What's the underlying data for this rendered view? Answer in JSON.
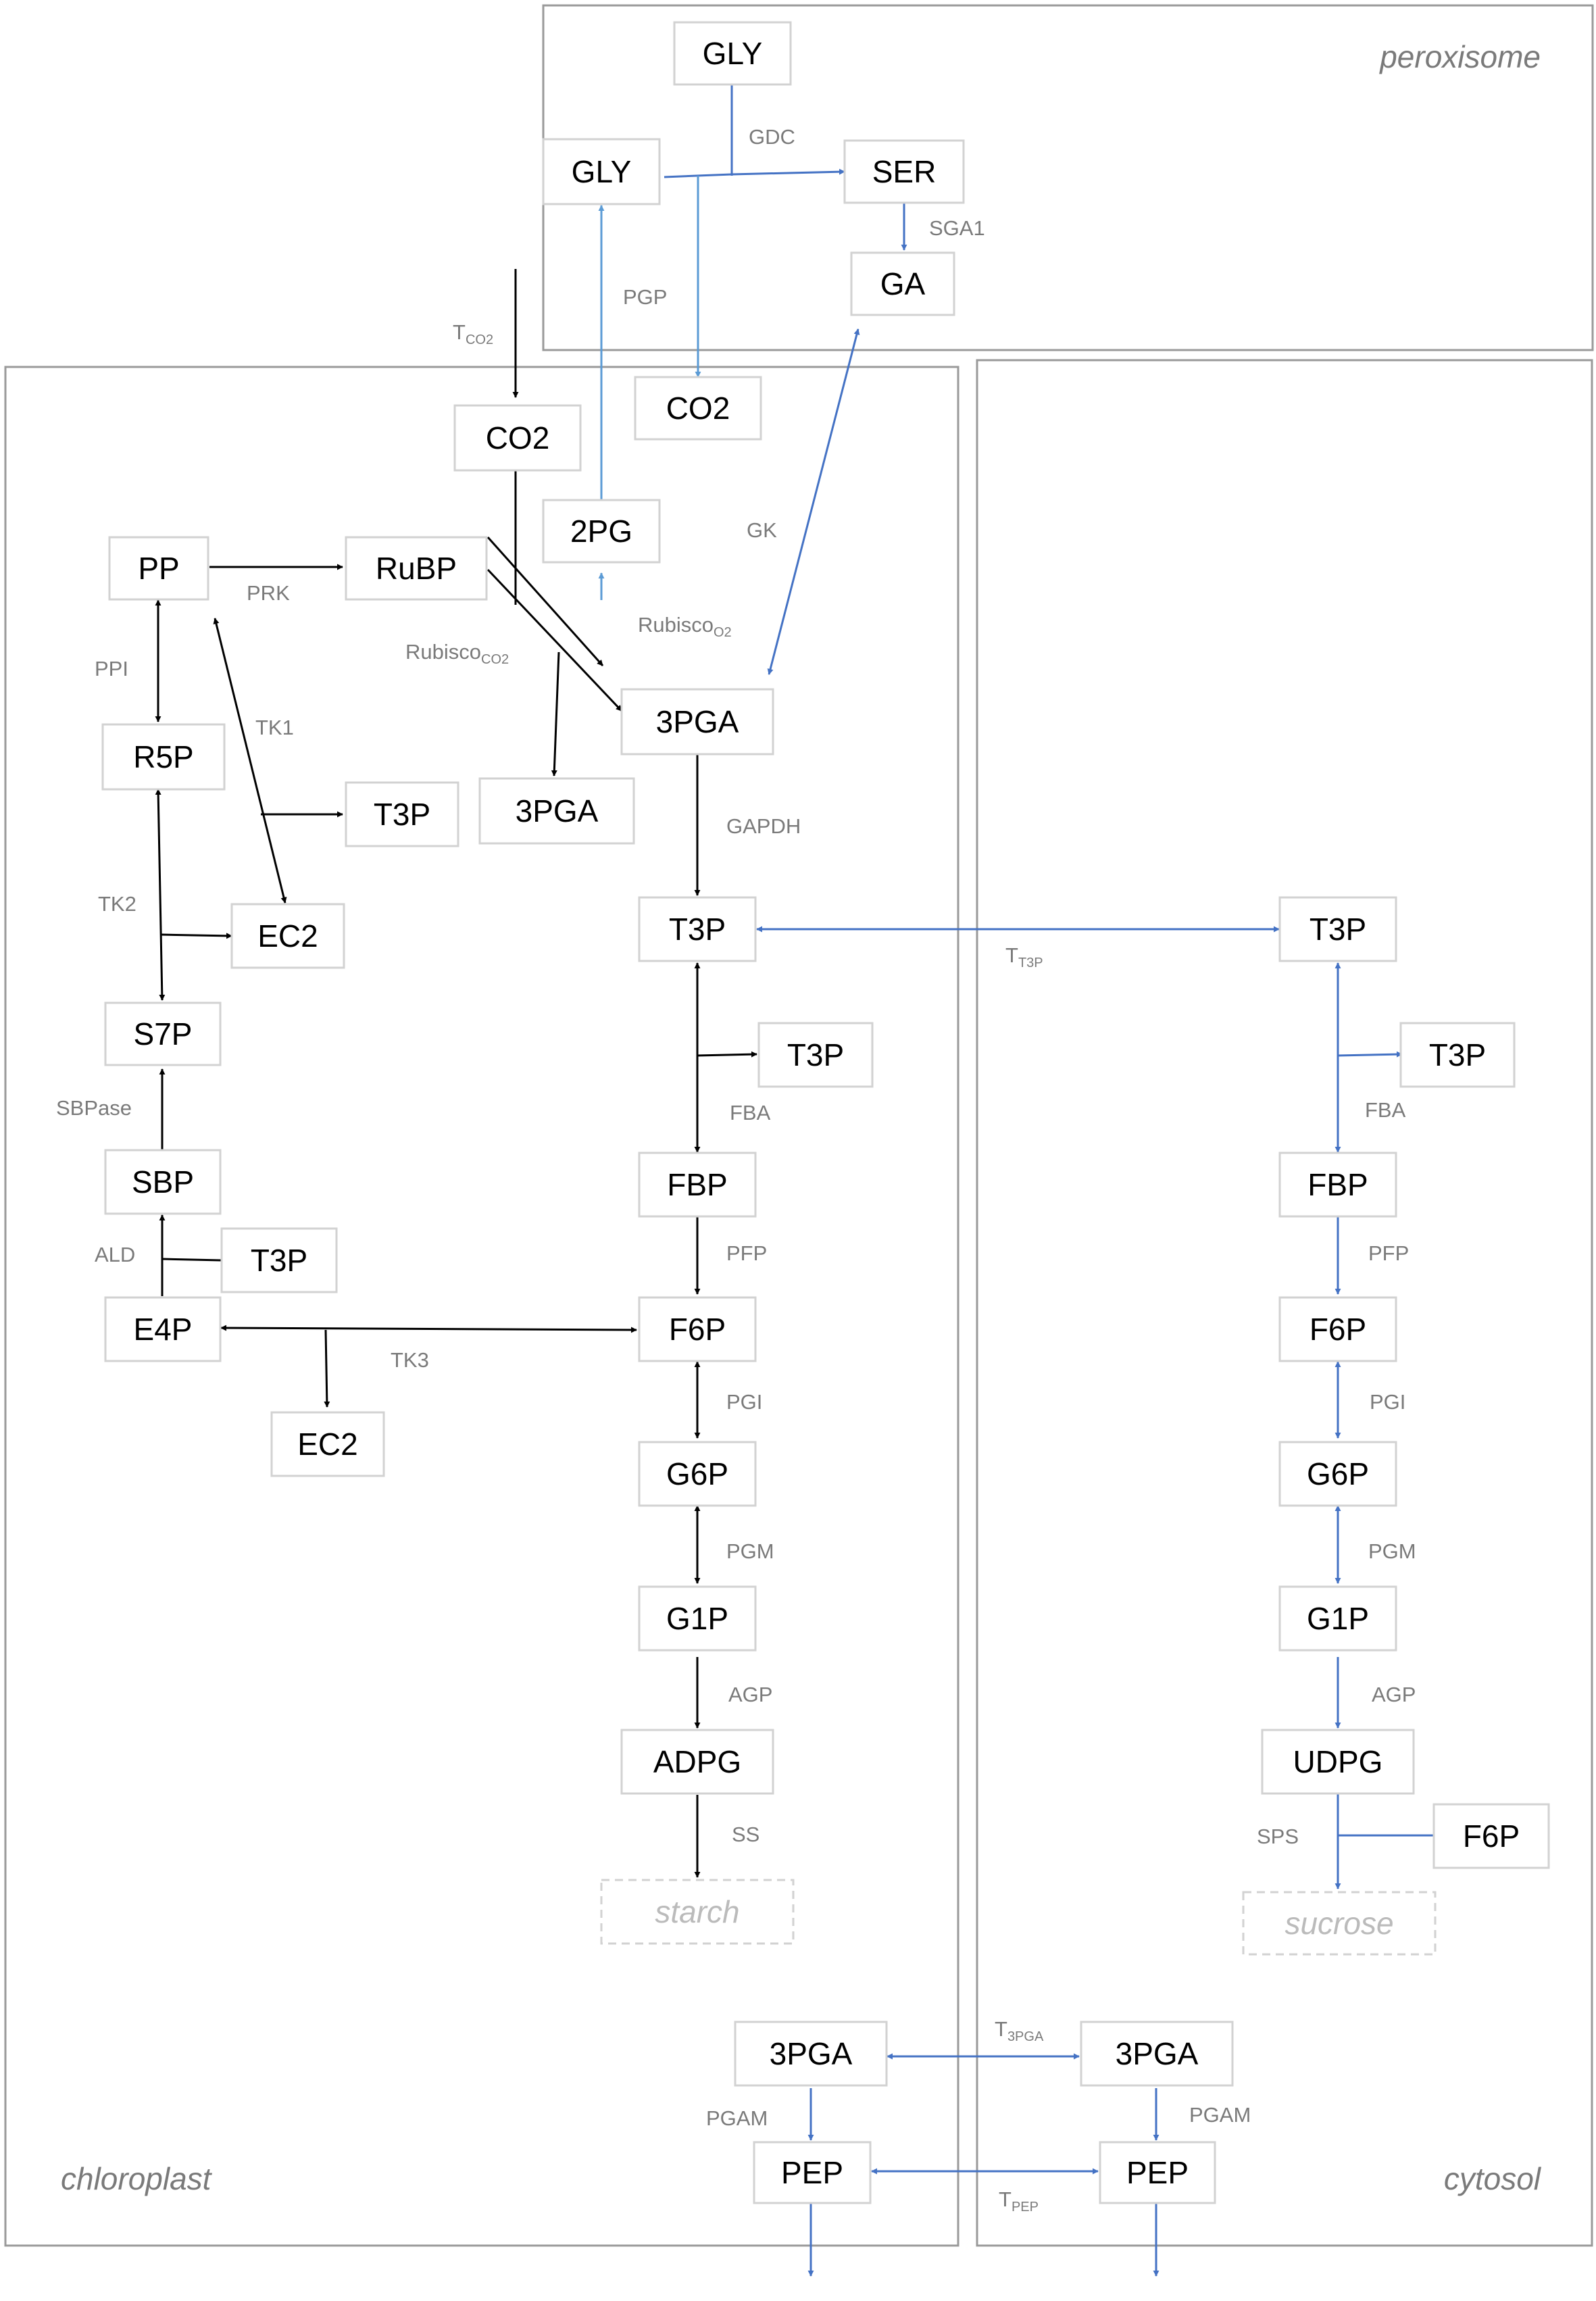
{
  "colors": {
    "black": "#000000",
    "blue": "#4472C4",
    "lightblue": "#5B9BD5",
    "box_border": "#d2d2d2",
    "compartment_border": "#9a9a9a",
    "label": "#7a7a7a"
  },
  "compartments": [
    {
      "id": "peroxisome",
      "label": "peroxisome"
    },
    {
      "id": "chloroplast",
      "label": "chloroplast"
    },
    {
      "id": "cytosol",
      "label": "cytosol"
    }
  ],
  "nodes": [
    {
      "id": "gly_top",
      "label": "GLY"
    },
    {
      "id": "gly",
      "label": "GLY"
    },
    {
      "id": "ser",
      "label": "SER"
    },
    {
      "id": "ga",
      "label": "GA"
    },
    {
      "id": "co2_per",
      "label": "CO2"
    },
    {
      "id": "co2",
      "label": "CO2"
    },
    {
      "id": "pg2",
      "label": "2PG"
    },
    {
      "id": "pp",
      "label": "PP"
    },
    {
      "id": "rubp",
      "label": "RuBP"
    },
    {
      "id": "pga_ch",
      "label": "3PGA"
    },
    {
      "id": "pga_side",
      "label": "3PGA"
    },
    {
      "id": "r5p",
      "label": "R5P"
    },
    {
      "id": "t3p_tk1",
      "label": "T3P"
    },
    {
      "id": "ec2_a",
      "label": "EC2"
    },
    {
      "id": "s7p",
      "label": "S7P"
    },
    {
      "id": "sbp",
      "label": "SBP"
    },
    {
      "id": "t3p_ald",
      "label": "T3P"
    },
    {
      "id": "e4p",
      "label": "E4P"
    },
    {
      "id": "ec2_b",
      "label": "EC2"
    },
    {
      "id": "t3p_ch",
      "label": "T3P"
    },
    {
      "id": "t3p_fba",
      "label": "T3P"
    },
    {
      "id": "fbp_ch",
      "label": "FBP"
    },
    {
      "id": "f6p_ch",
      "label": "F6P"
    },
    {
      "id": "g6p_ch",
      "label": "G6P"
    },
    {
      "id": "g1p_ch",
      "label": "G1P"
    },
    {
      "id": "adpg",
      "label": "ADPG"
    },
    {
      "id": "starch",
      "label": "starch"
    },
    {
      "id": "pga_ch2",
      "label": "3PGA"
    },
    {
      "id": "pep_ch",
      "label": "PEP"
    },
    {
      "id": "t3p_cy",
      "label": "T3P"
    },
    {
      "id": "t3p_cyside",
      "label": "T3P"
    },
    {
      "id": "fbp_cy",
      "label": "FBP"
    },
    {
      "id": "f6p_cy",
      "label": "F6P"
    },
    {
      "id": "g6p_cy",
      "label": "G6P"
    },
    {
      "id": "g1p_cy",
      "label": "G1P"
    },
    {
      "id": "udpg",
      "label": "UDPG"
    },
    {
      "id": "f6p_cyside",
      "label": "F6P"
    },
    {
      "id": "sucrose",
      "label": "sucrose"
    },
    {
      "id": "pga_cy",
      "label": "3PGA"
    },
    {
      "id": "pep_cy",
      "label": "PEP"
    }
  ],
  "enzymes": [
    {
      "id": "gdc",
      "label": "GDC"
    },
    {
      "id": "sga1",
      "label": "SGA1"
    },
    {
      "id": "pgp",
      "label": "PGP"
    },
    {
      "id": "gk",
      "label": "GK"
    },
    {
      "id": "tco2",
      "label": "T",
      "sub": "CO2"
    },
    {
      "id": "prk",
      "label": "PRK"
    },
    {
      "id": "rubisco_o2",
      "label": "Rubisco",
      "sub": "O2"
    },
    {
      "id": "rubisco_co2",
      "label": "Rubisco",
      "sub": "CO2"
    },
    {
      "id": "ppi",
      "label": "PPI"
    },
    {
      "id": "tk1",
      "label": "TK1"
    },
    {
      "id": "tk2",
      "label": "TK2"
    },
    {
      "id": "sbpase",
      "label": "SBPase"
    },
    {
      "id": "ald",
      "label": "ALD"
    },
    {
      "id": "tk3",
      "label": "TK3"
    },
    {
      "id": "gapdh",
      "label": "GAPDH"
    },
    {
      "id": "tt3p",
      "label": "T",
      "sub": "T3P"
    },
    {
      "id": "fba_ch",
      "label": "FBA"
    },
    {
      "id": "pfp_ch",
      "label": "PFP"
    },
    {
      "id": "pgi_ch",
      "label": "PGI"
    },
    {
      "id": "pgm_ch",
      "label": "PGM"
    },
    {
      "id": "agp_ch",
      "label": "AGP"
    },
    {
      "id": "ss",
      "label": "SS"
    },
    {
      "id": "fba_cy",
      "label": "FBA"
    },
    {
      "id": "pfp_cy",
      "label": "PFP"
    },
    {
      "id": "pgi_cy",
      "label": "PGI"
    },
    {
      "id": "pgm_cy",
      "label": "PGM"
    },
    {
      "id": "agp_cy",
      "label": "AGP"
    },
    {
      "id": "sps",
      "label": "SPS"
    },
    {
      "id": "t3pga",
      "label": "T",
      "sub": "3PGA"
    },
    {
      "id": "pgam_ch",
      "label": "PGAM"
    },
    {
      "id": "pgam_cy",
      "label": "PGAM"
    },
    {
      "id": "tpep",
      "label": "T",
      "sub": "PEP"
    }
  ]
}
